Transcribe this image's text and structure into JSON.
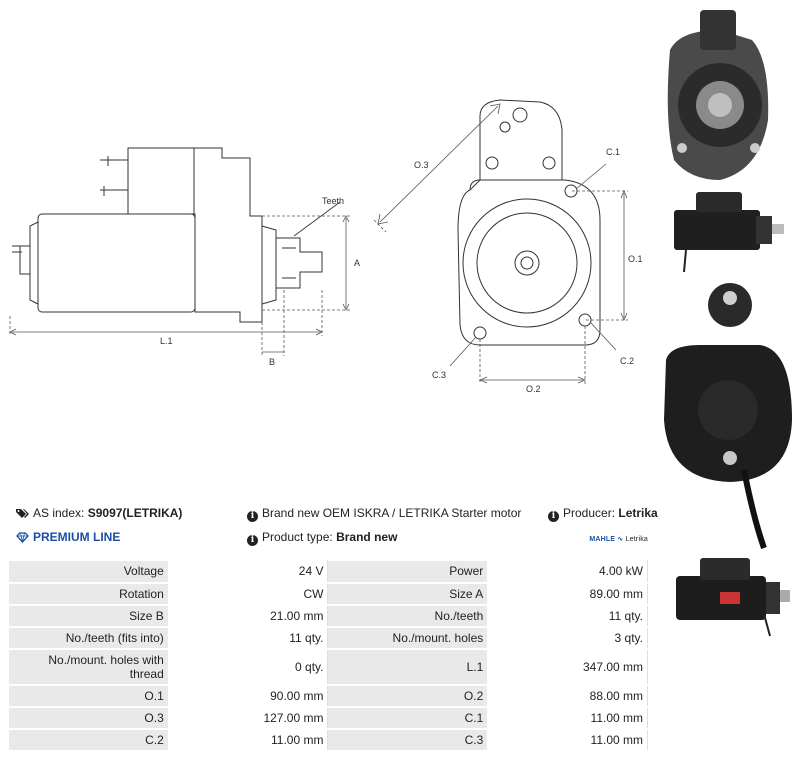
{
  "drawing_labels": {
    "teeth": "Teeth",
    "a": "A",
    "b": "B",
    "l1": "L.1",
    "o3": "O.3",
    "c1": "C.1",
    "o1": "O.1",
    "c2": "C.2",
    "c3": "C.3",
    "o2": "O.2"
  },
  "info": {
    "as_index_label": "AS index:",
    "as_index_value": "S9097(LETRIKA)",
    "description": "Brand new OEM ISKRA / LETRIKA Starter motor",
    "producer_label": "Producer:",
    "producer_value": "Letrika",
    "premium": "PREMIUM LINE",
    "product_type_label": "Product type:",
    "product_type_value": "Brand new",
    "brand_logo": "MAHLE",
    "brand_logo2": "Letrika"
  },
  "specs": [
    {
      "k1": "Voltage",
      "v1": "24 V",
      "k2": "Power",
      "v2": "4.00 kW"
    },
    {
      "k1": "Rotation",
      "v1": "CW",
      "k2": "Size A",
      "v2": "89.00 mm"
    },
    {
      "k1": "Size B",
      "v1": "21.00 mm",
      "k2": "No./teeth",
      "v2": "11 qty."
    },
    {
      "k1": "No./teeth (fits into)",
      "v1": "11 qty.",
      "k2": "No./mount. holes",
      "v2": "3 qty."
    },
    {
      "k1": "No./mount. holes with thread",
      "v1": "0 qty.",
      "k2": "L.1",
      "v2": "347.00 mm"
    },
    {
      "k1": "O.1",
      "v1": "90.00 mm",
      "k2": "O.2",
      "v2": "88.00 mm"
    },
    {
      "k1": "O.3",
      "v1": "127.00 mm",
      "k2": "C.1",
      "v2": "11.00 mm"
    },
    {
      "k1": "C.2",
      "v1": "11.00 mm",
      "k2": "C.3",
      "v2": "11.00 mm"
    }
  ]
}
